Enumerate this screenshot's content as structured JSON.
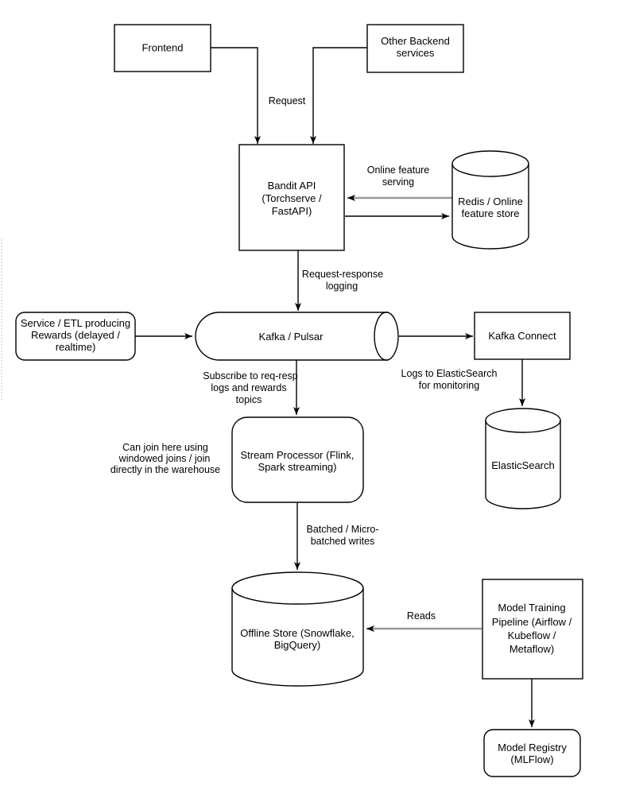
{
  "nodes": {
    "frontend": {
      "label": "Frontend"
    },
    "other_backend": {
      "lines": [
        "Other Backend",
        "services"
      ]
    },
    "bandit_api": {
      "lines": [
        "Bandit API",
        "(Torchserve /",
        "FastAPI)"
      ]
    },
    "redis": {
      "lines": [
        "Redis / Online",
        "feature store"
      ]
    },
    "service_etl": {
      "lines": [
        "Service / ETL producing",
        "Rewards (delayed /",
        "realtime)"
      ]
    },
    "kafka": {
      "label": "Kafka / Pulsar"
    },
    "kafka_connect": {
      "label": "Kafka Connect"
    },
    "elasticsearch": {
      "label": "ElasticSearch"
    },
    "stream_processor": {
      "lines": [
        "Stream Processor (Flink,",
        "Spark streaming)"
      ]
    },
    "offline_store": {
      "lines": [
        "Offline Store (Snowflake,",
        "BigQuery)"
      ]
    },
    "model_training": {
      "lines": [
        "Model Training",
        "Pipeline (Airflow /",
        "Kubeflow /",
        "Metaflow)"
      ]
    },
    "model_registry": {
      "lines": [
        "Model Registry",
        "(MLFlow)"
      ]
    }
  },
  "edge_labels": {
    "request": "Request",
    "online_feature": [
      "Online feature",
      "serving"
    ],
    "req_resp_logging": [
      "Request-response",
      "logging"
    ],
    "subscribe": [
      "Subscribe to req-resp",
      "logs and rewards",
      "topics"
    ],
    "logs_to_es": [
      "Logs to ElasticSearch",
      "for monitoring"
    ],
    "can_join": [
      "Can join here using",
      "windowed joins / join",
      "directly in the warehouse"
    ],
    "batched": [
      "Batched / Micro-",
      "batched writes"
    ],
    "reads": "Reads"
  },
  "colors": {
    "stroke": "#000000",
    "gray_edge": "#999999",
    "background": "#ffffff"
  }
}
